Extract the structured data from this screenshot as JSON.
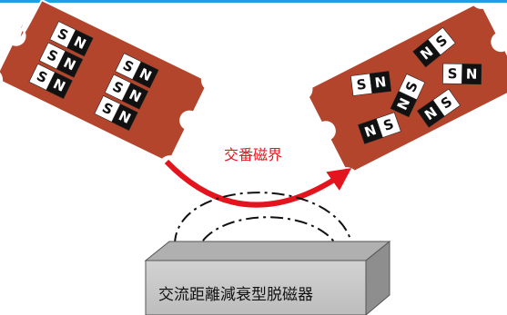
{
  "field_label": "交番磁界",
  "device_label": "交流距離減衰型脱磁器",
  "magnet_letters": {
    "south": "S",
    "north": "N"
  },
  "colors": {
    "plate": "#b2452b",
    "magnet_black": "#111111",
    "magnet_white": "#ffffff",
    "arrow": "#e3141e",
    "field_text": "#e8141e",
    "device_front": "#c6c6c6",
    "device_top": "#b0b0b0",
    "device_side": "#8e8e8e",
    "top_rule": "#1ea0e0"
  }
}
